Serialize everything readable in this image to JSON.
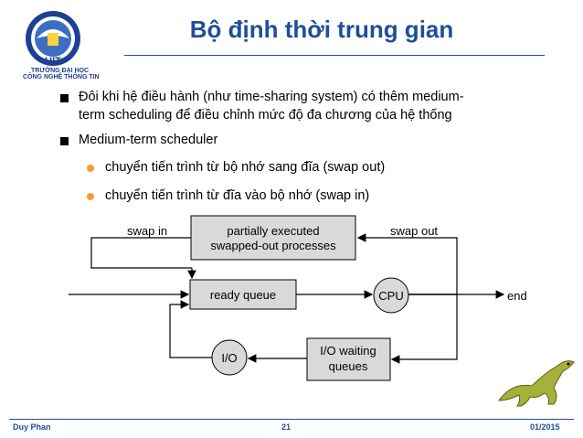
{
  "logo": {
    "acronym": "UIT",
    "line1": "TRƯỜNG ĐẠI HỌC",
    "line2": "CÔNG NGHỆ THÔNG TIN"
  },
  "title": "Bộ định thời trung gian",
  "bullets": [
    {
      "line1": "Đôi khi hệ điều hành (như time-sharing system) có thêm medium-",
      "line2": "term scheduling để điều chỉnh mức độ đa chương của hệ thống"
    },
    {
      "line1": "Medium-term scheduler"
    }
  ],
  "subbullets": [
    "chuyển tiến trình từ bộ nhớ sang đĩa (swap out)",
    "chuyển tiến trình từ đĩa vào bộ nhớ (swap in)"
  ],
  "diagram": {
    "swapped_line1": "partially executed",
    "swapped_line2": "swapped-out processes",
    "swap_in": "swap in",
    "swap_out": "swap out",
    "ready_queue": "ready queue",
    "cpu": "CPU",
    "end": "end",
    "io": "I/O",
    "io_wait_line1": "I/O waiting",
    "io_wait_line2": "queues"
  },
  "footer": {
    "author": "Duy Phan",
    "page": "21",
    "date": "01/2015"
  },
  "colors": {
    "title": "#1f4e9a",
    "box_fill": "#d9d9d9",
    "sub_bullet": "#ff9933"
  }
}
